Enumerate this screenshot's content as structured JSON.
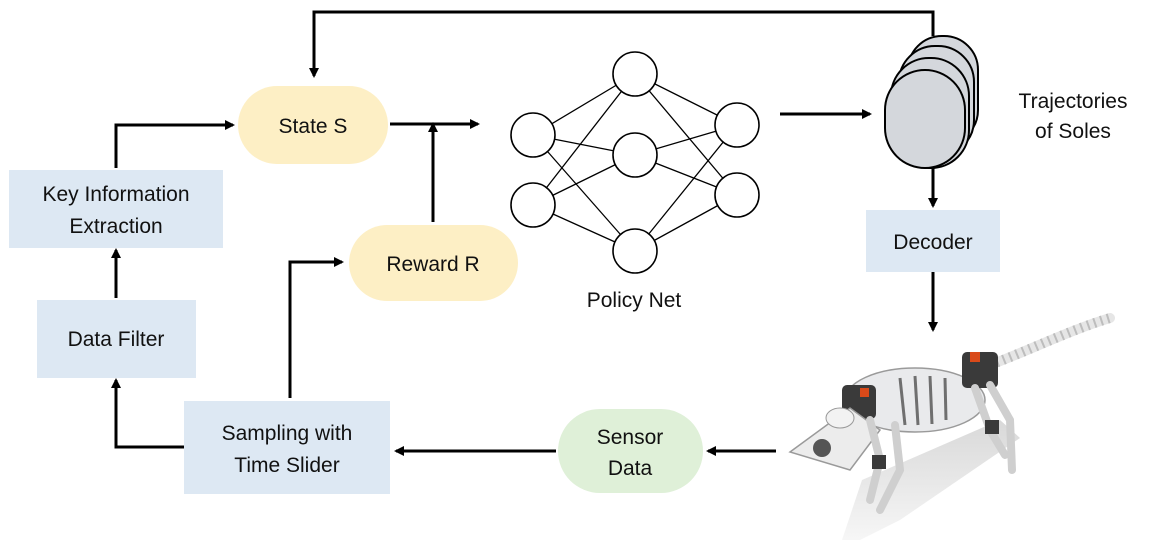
{
  "nodes": {
    "state": "State S",
    "reward": "Reward R",
    "key_info": [
      "Key Information",
      "Extraction"
    ],
    "data_filter": "Data Filter",
    "sampling": [
      "Sampling with",
      "Time Slider"
    ],
    "sensor": [
      "Sensor",
      "Data"
    ],
    "decoder": "Decoder",
    "policy_net": "Policy Net",
    "trajectories": [
      "Trajectories",
      "of Soles"
    ]
  },
  "colors": {
    "blue_box": "#dde8f3",
    "yellow_pill": "#fdefc5",
    "green_pill": "#dff0d8",
    "arrow": "#000000",
    "disk_fill": "#d4d7dc"
  },
  "icons": [
    "neural-network-icon",
    "database-stack-icon",
    "robot-rat-image"
  ]
}
